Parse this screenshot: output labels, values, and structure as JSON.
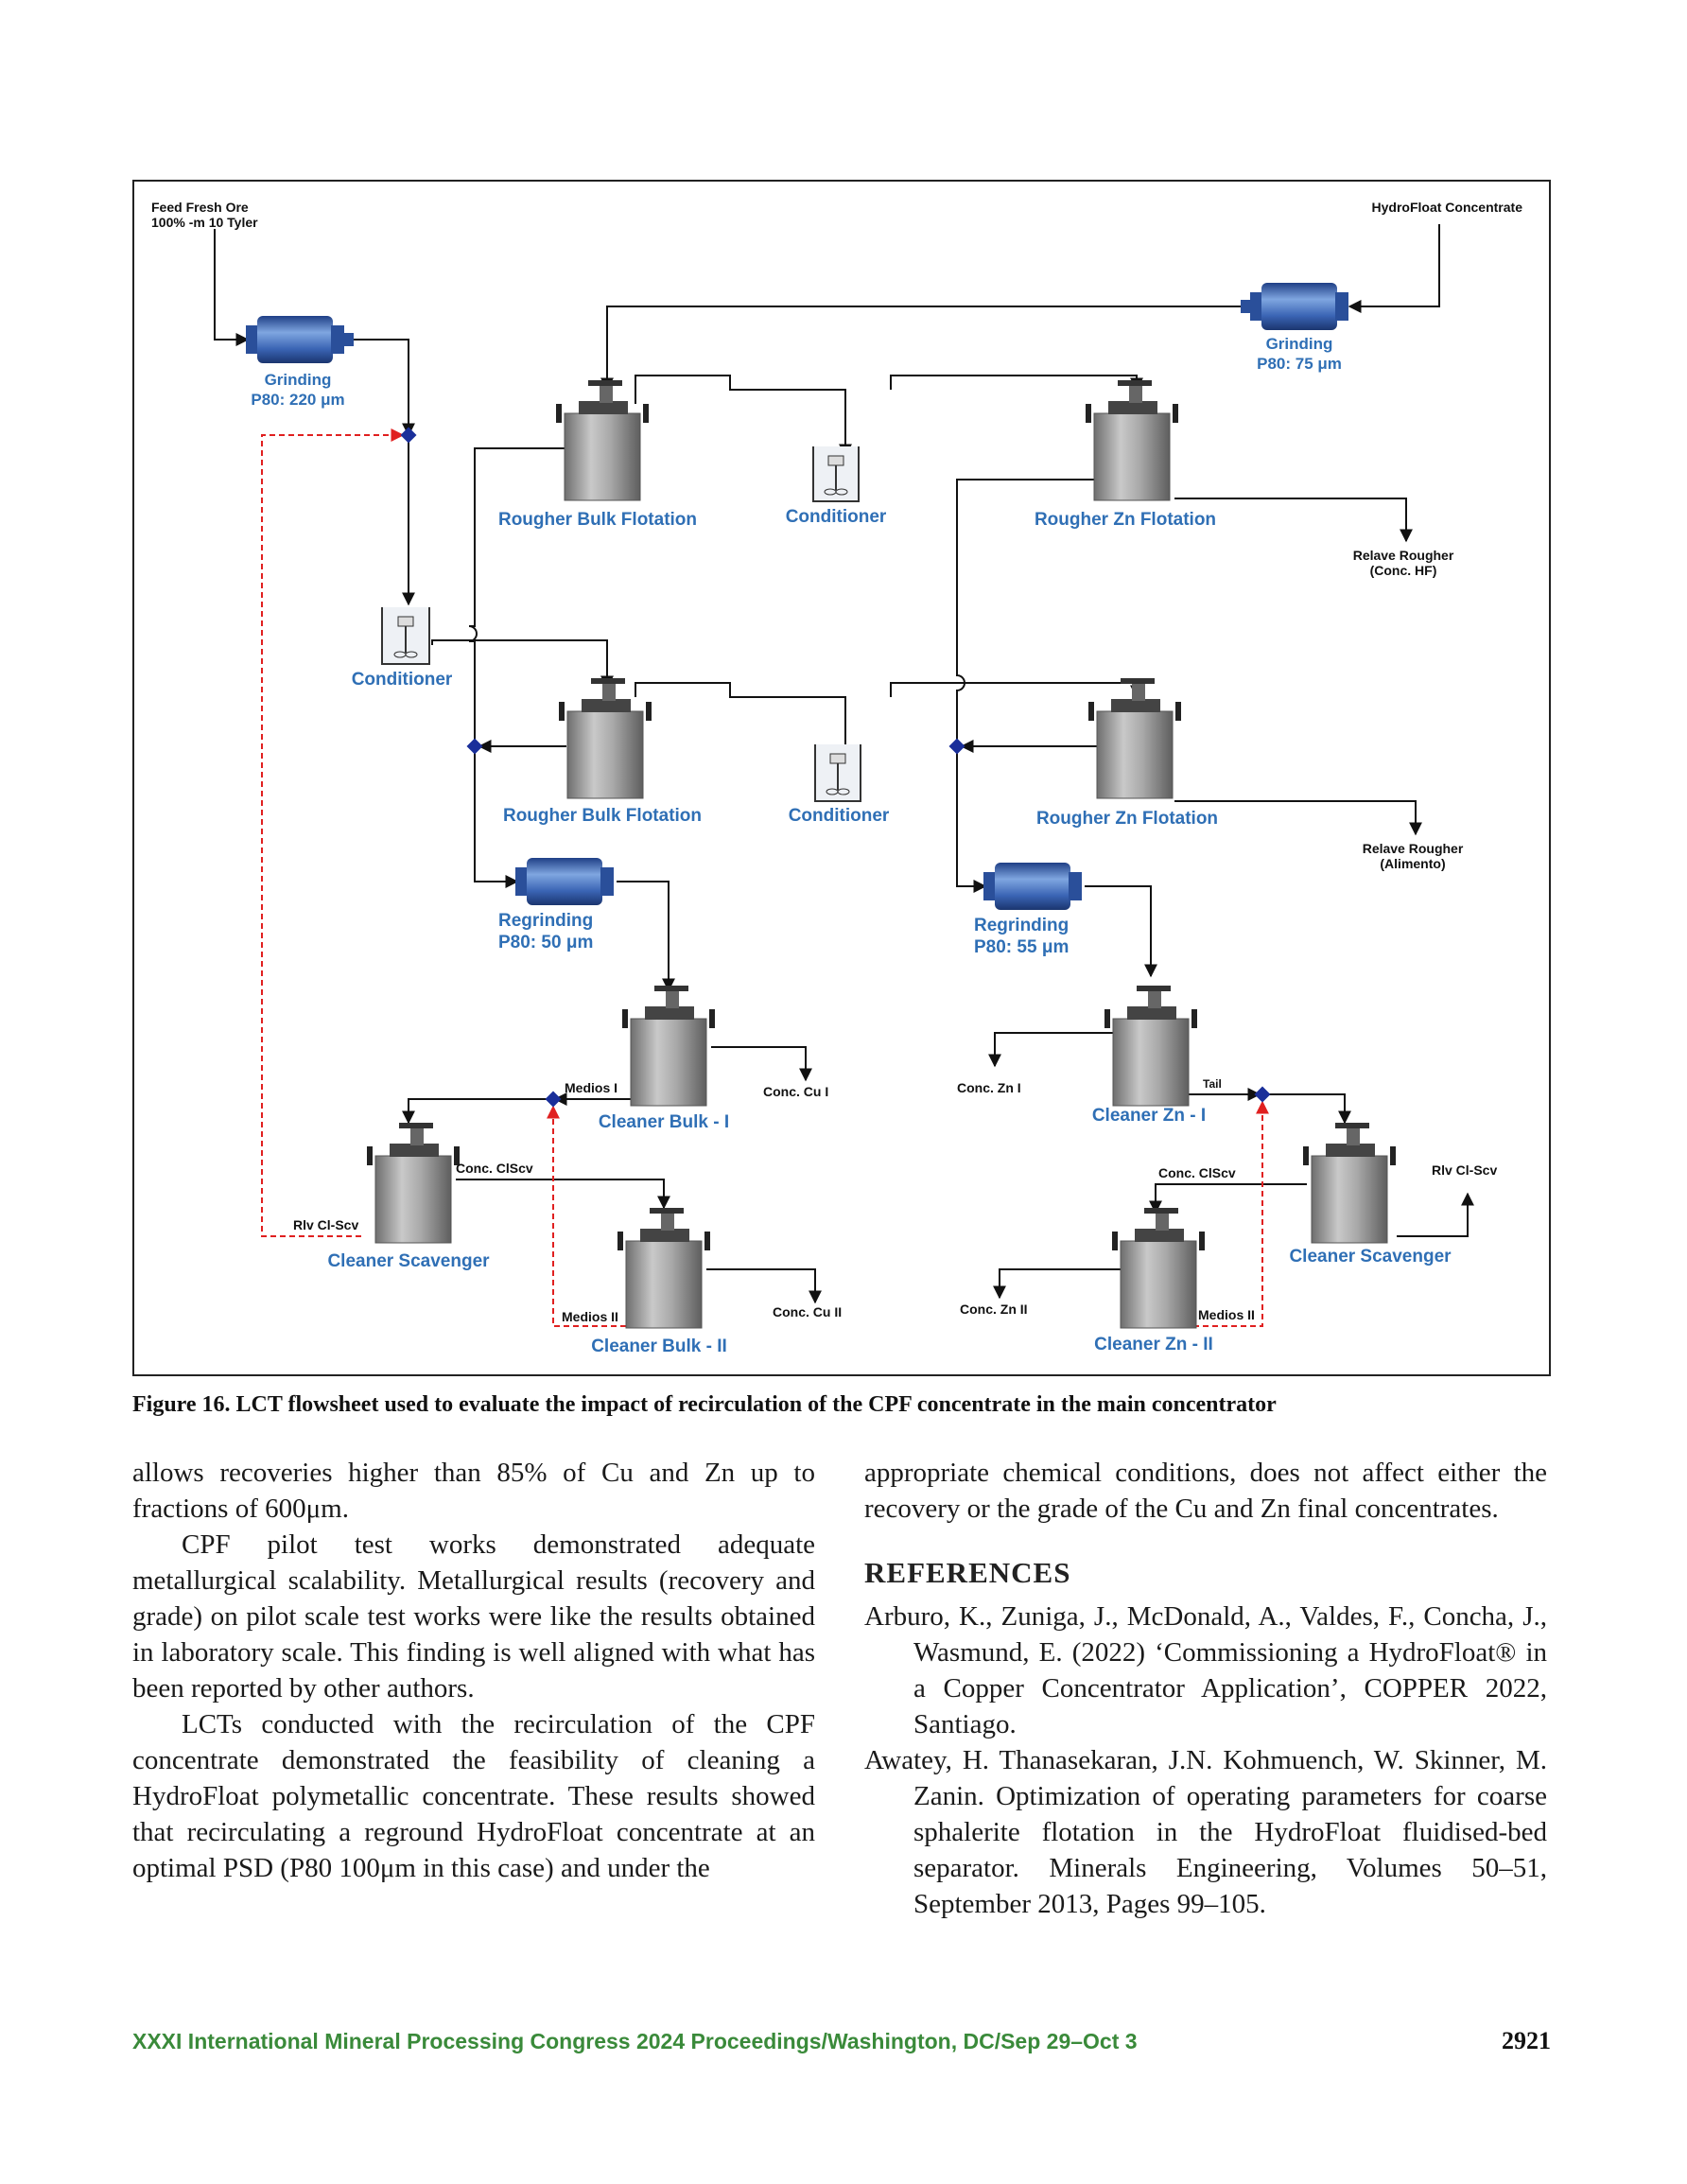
{
  "figure": {
    "labels": {
      "feed_line1": "Feed Fresh Ore",
      "feed_line2": "100% -m 10 Tyler",
      "hf_concentrate": "HydroFloat Concentrate",
      "grinding1_title": "Grinding",
      "grinding1_p80": "P80: 220 μm",
      "grinding2_title": "Grinding",
      "grinding2_p80": "P80: 75 μm",
      "rougher_bulk_1": "Rougher Bulk Flotation",
      "conditioner_1": "Conditioner",
      "rougher_zn_1": "Rougher Zn Flotation",
      "relave_rougher_hf_1": "Relave Rougher",
      "relave_rougher_hf_2": "(Conc. HF)",
      "conditioner_2": "Conditioner",
      "rougher_bulk_2": "Rougher Bulk Flotation",
      "conditioner_3": "Conditioner",
      "rougher_zn_2": "Rougher Zn Flotation",
      "relave_rougher_al_1": "Relave Rougher",
      "relave_rougher_al_2": "(Alimento)",
      "regrinding1_title": "Regrinding",
      "regrinding1_p80": "P80: 50 μm",
      "regrinding2_title": "Regrinding",
      "regrinding2_p80": "P80: 55 μm",
      "medios_i": "Medios I",
      "cleaner_bulk_i": "Cleaner Bulk - I",
      "conc_cu_i": "Conc. Cu I",
      "conc_zn_i": "Conc. Zn I",
      "tail": "Tail",
      "cleaner_zn_i": "Cleaner Zn - I",
      "conc_clscv_left": "Conc. ClScv",
      "rlv_clscv_left": "Rlv Cl-Scv",
      "cleaner_scavenger_left": "Cleaner Scavenger",
      "medios_ii_left": "Medios II",
      "cleaner_bulk_ii": "Cleaner Bulk - II",
      "conc_cu_ii": "Conc. Cu II",
      "conc_clscv_right": "Conc. ClScv",
      "rlv_clscv_right": "Rlv Cl-Scv",
      "cleaner_scavenger_right": "Cleaner Scavenger",
      "conc_zn_ii": "Conc. Zn II",
      "medios_ii_right": "Medios II",
      "cleaner_zn_ii": "Cleaner Zn - II"
    },
    "caption": "Figure 16.  LCT flowsheet used to evaluate the impact of recirculation of the CPF concentrate in the main concentrator"
  },
  "body": {
    "left": [
      "allows recoveries higher than 85% of Cu and Zn up to fractions of 600μm.",
      "CPF pilot test works demonstrated adequate metallurgical scalability. Metallurgical results (recovery and grade) on pilot scale test works were like the results obtained in laboratory scale. This finding is well aligned with what has been reported by other authors.",
      "LCTs conducted with the recirculation of the CPF concentrate demonstrated the feasibility of cleaning a HydroFloat polymetallic concentrate. These results showed that recirculating a reground HydroFloat concentrate at an optimal PSD (P80 100μm in this case) and under the"
    ],
    "right_continuation": "appropriate chemical conditions, does not affect either the recovery or the grade of the Cu and Zn final concentrates.",
    "references_heading": "REFERENCES",
    "references": [
      "Arburo, K., Zuniga, J., McDonald, A., Valdes, F., Concha, J., Wasmund, E. (2022) ‘Commissioning a HydroFloat® in a Copper Concentrator Application’, COPPER 2022, Santiago.",
      "Awatey, H. Thanasekaran, J.N. Kohmuench, W. Skinner, M. Zanin. Optimization of operating parameters for coarse sphalerite flotation in the HydroFloat fluidised-bed separator. Minerals Engineering, Volumes 50–51, September 2013, Pages 99–105."
    ]
  },
  "footer": {
    "conference": "XXXI International Mineral Processing Congress 2024 Proceedings/Washington, DC/Sep 29–Oct 3",
    "page_number": "2921"
  },
  "colors": {
    "label_blue": "#2f6fb5",
    "recycle_red": "#e02020",
    "node_blue": "#1a2f9a",
    "footer_green": "#3a8a3a"
  }
}
